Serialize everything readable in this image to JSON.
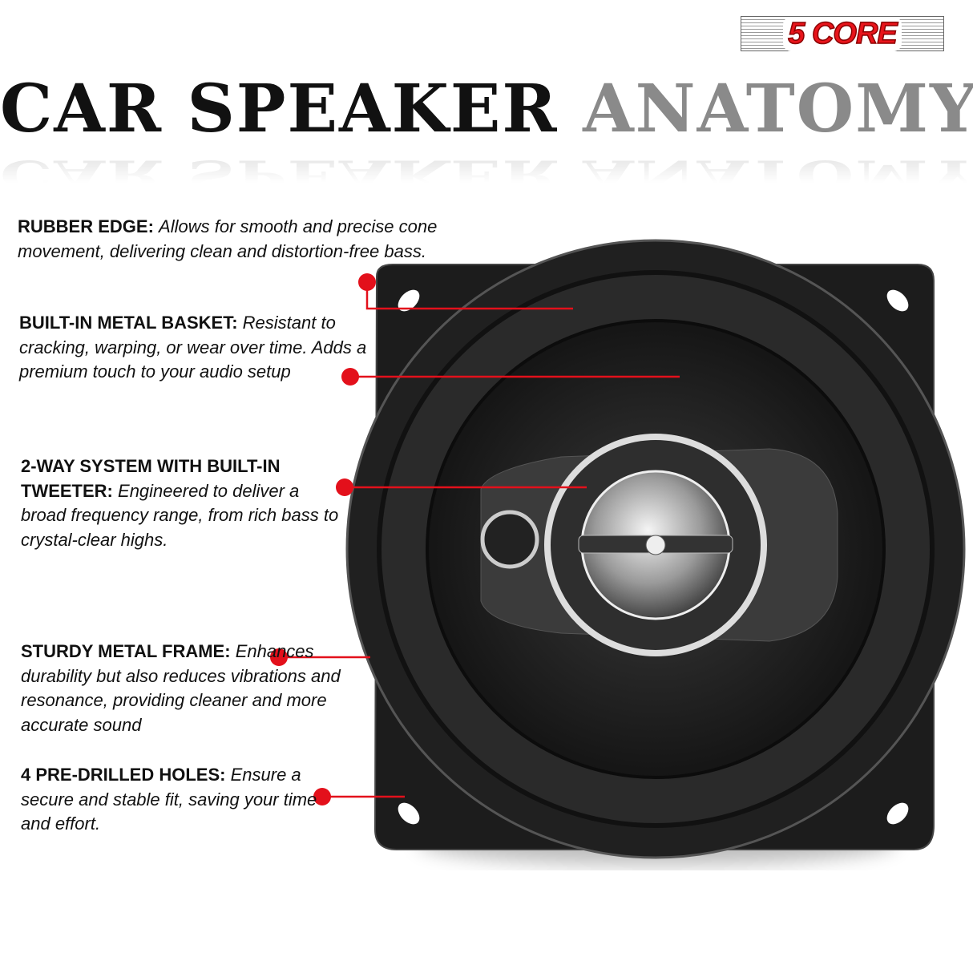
{
  "brand": {
    "logo_text": "5 CORE"
  },
  "title": {
    "part1": "CAR SPEAKER",
    "part2": "ANATOMY"
  },
  "colors": {
    "accent": "#e3101b",
    "title_dark": "#111111",
    "title_gray": "#8a8a8a"
  },
  "callouts": [
    {
      "heading": "RUBBER EDGE:",
      "text": "Allows for smooth and precise cone movement, delivering clean and distortion-free bass."
    },
    {
      "heading": "BUILT-IN METAL BASKET:",
      "text": "Resistant to cracking, warping, or wear over time. Adds a premium touch to your audio setup"
    },
    {
      "heading": "2-WAY SYSTEM WITH BUILT-IN TWEETER:",
      "text": "Engineered to deliver a broad frequency range, from rich bass to crystal-clear highs."
    },
    {
      "heading": "STURDY METAL FRAME:",
      "text": "Enhances durability but also reduces vibrations and resonance, providing cleaner and more accurate sound"
    },
    {
      "heading": "4 PRE-DRILLED HOLES:",
      "text": "Ensure a secure and stable fit, saving your time and effort."
    }
  ]
}
